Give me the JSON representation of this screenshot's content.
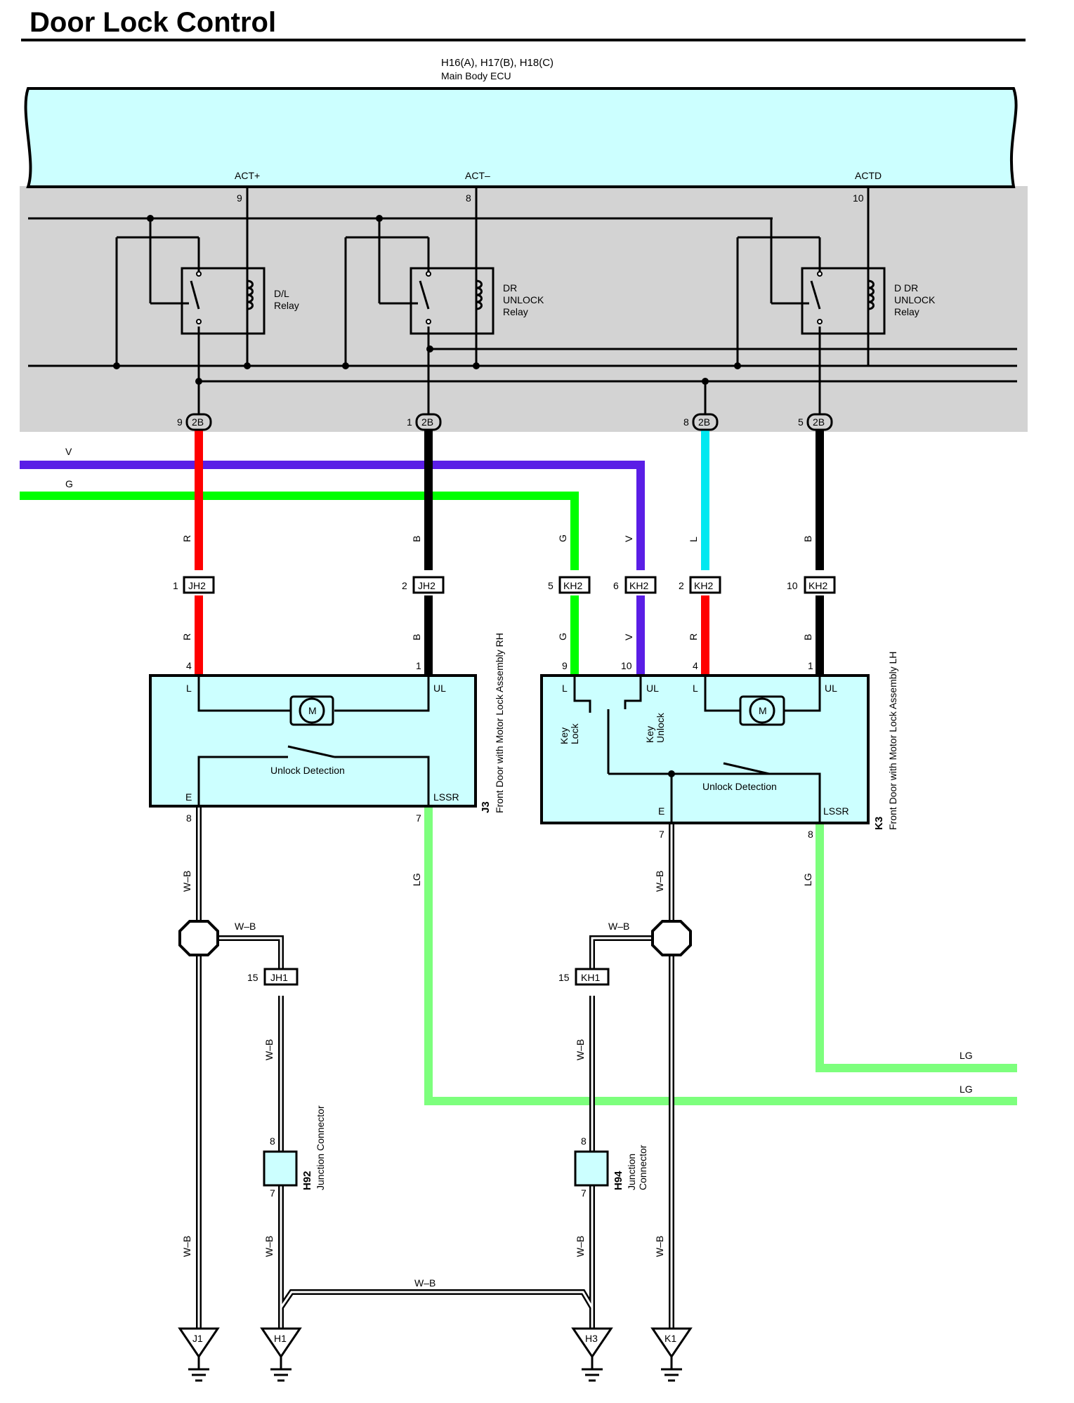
{
  "title": "Door Lock Control",
  "ecu": {
    "codes": "H16(A), H17(B), H18(C)",
    "name": "Main Body ECU",
    "terminals": [
      {
        "name": "ACT+",
        "pin": "9"
      },
      {
        "name": "ACT–",
        "pin": "8"
      },
      {
        "name": "ACTD",
        "pin": "10"
      }
    ]
  },
  "relays": {
    "dl": [
      "D/L",
      "Relay"
    ],
    "dr_unlock": [
      "DR",
      "UNLOCK",
      "Relay"
    ],
    "d_dr_unlock": [
      "D DR",
      "UNLOCK",
      "Relay"
    ]
  },
  "ecu_connector": {
    "code": "2B",
    "pins": [
      "9",
      "1",
      "8",
      "5"
    ]
  },
  "bus_wires": {
    "v": "V",
    "g": "G"
  },
  "wire_colors": {
    "r": "R",
    "b": "B",
    "g": "G",
    "v": "V",
    "l": "L",
    "lg": "LG",
    "wb": "W–B"
  },
  "junction_connectors": {
    "jh2": {
      "code": "JH2",
      "pins": [
        "1",
        "2"
      ]
    },
    "kh2": {
      "code": "KH2",
      "pins": [
        "5",
        "6",
        "2",
        "10"
      ]
    },
    "jh1": {
      "code": "JH1",
      "pin": "15"
    },
    "kh1": {
      "code": "KH1",
      "pin": "15"
    }
  },
  "assemblies": {
    "rh": {
      "code": "J3",
      "name": "Front Door with Motor Lock Assembly RH",
      "pins_top": [
        "4",
        "1"
      ],
      "pins_bottom": [
        "8",
        "7"
      ],
      "terminals": {
        "l": "L",
        "ul": "UL",
        "e": "E",
        "lssr": "LSSR"
      },
      "motor": "M",
      "switch": "Unlock Detection"
    },
    "lh": {
      "code": "K3",
      "name": "Front Door with Motor Lock Assembly LH",
      "pins_top": [
        "9",
        "10",
        "4",
        "1"
      ],
      "pins_bottom": [
        "7",
        "8"
      ],
      "terminals": {
        "l": "L",
        "ul": "UL",
        "e": "E",
        "lssr": "LSSR"
      },
      "motor": "M",
      "switch": "Unlock Detection",
      "key_lock": [
        "Key",
        "Lock"
      ],
      "key_unlock": [
        "Key",
        "Unlock"
      ]
    }
  },
  "junction_blocks": {
    "h92": {
      "code": "H92",
      "name": "Junction Connector",
      "pins": [
        "8",
        "7"
      ]
    },
    "h94": {
      "code": "H94",
      "name": [
        "Junction",
        "Connector"
      ],
      "pins": [
        "8",
        "7"
      ]
    }
  },
  "grounds": [
    "J1",
    "H1",
    "H3",
    "K1"
  ],
  "colors": {
    "ecu_fill": "#ccffff",
    "relay_area": "#d3d3d3",
    "assembly_fill": "#ccffff",
    "red": "#ff0000",
    "black": "#000000",
    "violet": "#5a1ee6",
    "green": "#00ff00",
    "light_blue": "#00e8f0",
    "light_green": "#7dff7d"
  }
}
